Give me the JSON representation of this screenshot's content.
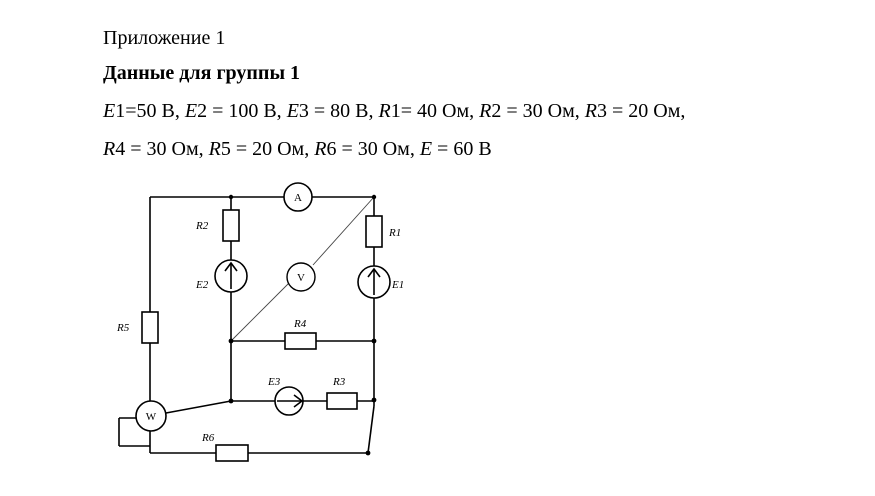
{
  "doc": {
    "appendix": "Приложение 1",
    "group_title": "Данные для группы 1",
    "values_line1": "E1=50 В,  E2 = 100 В,  E3 = 80 В,  R1= 40 Ом,   R2 = 30 Ом,  R3 = 20 Ом,",
    "values_line2": "R4 = 30 Ом,  R5 = 20 Ом, R6 = 30  Ом,  E = 60 В"
  },
  "circuit": {
    "labels": {
      "R1": "R1",
      "R2": "R2",
      "R3": "R3",
      "R4": "R4",
      "R5": "R5",
      "R6": "R6",
      "E1": "E1",
      "E2": "E2",
      "E3": "E3",
      "A": "A",
      "V": "V",
      "W": "W"
    }
  }
}
